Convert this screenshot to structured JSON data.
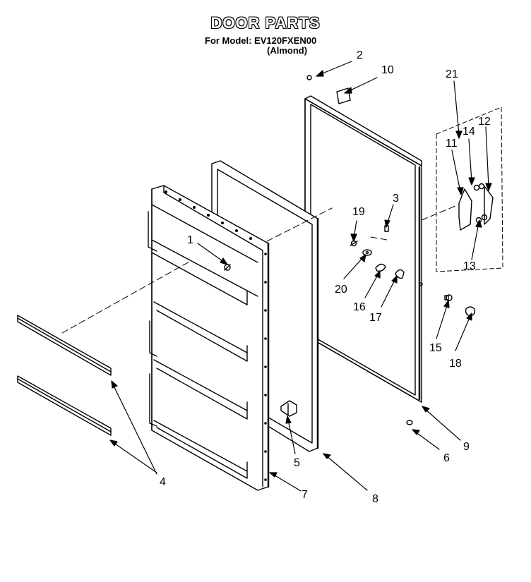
{
  "header": {
    "title": "DOOR PARTS",
    "model_line": "For Model: EV120FXEN00",
    "color_line": "(Almond)"
  },
  "callouts": {
    "c1": "1",
    "c2": "2",
    "c3": "3",
    "c4": "4",
    "c5": "5",
    "c6": "6",
    "c7": "7",
    "c8": "8",
    "c9": "9",
    "c10": "10",
    "c11": "11",
    "c12": "12",
    "c13": "13",
    "c14": "14",
    "c15": "15",
    "c16": "16",
    "c17": "17",
    "c18": "18",
    "c19": "19",
    "c20": "20",
    "c21": "21"
  }
}
